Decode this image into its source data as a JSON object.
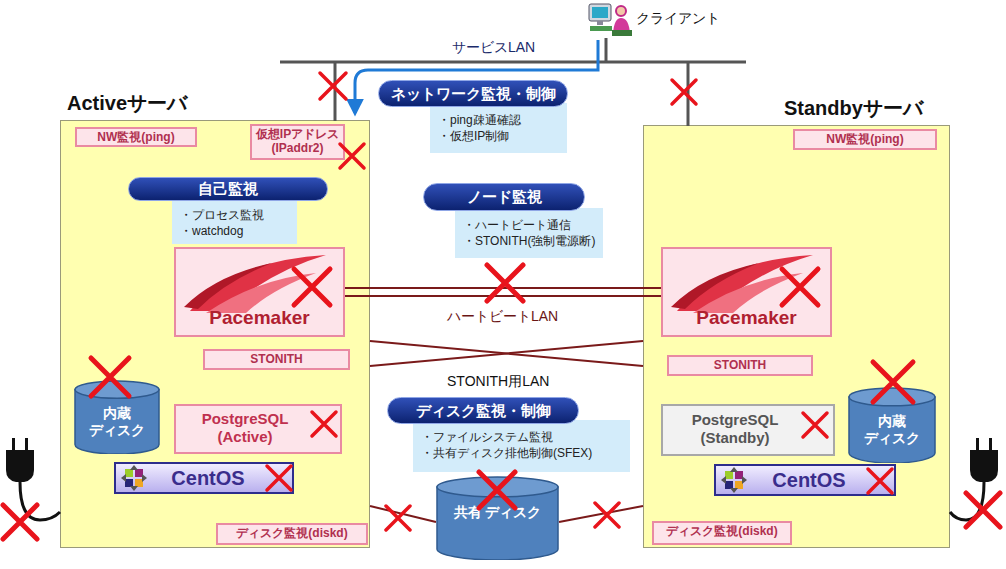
{
  "diagram": {
    "nodes": [
      {
        "text": [
          "Activeサーバ"
        ]
      },
      {
        "text": [
          "NW監視(ping)"
        ],
        "in": 0
      },
      {
        "text": [
          "仮想IPアドレス (IPaddr2)"
        ],
        "in": 0
      },
      {
        "text": [
          "自己監視"
        ],
        "in": 0
      },
      {
        "text": [
          "・プロセス監視",
          "・watchdog"
        ],
        "in": 0
      },
      {
        "text": [
          "Pacemaker"
        ],
        "in": 0
      },
      {
        "text": [
          "STONITH"
        ],
        "in": 0
      },
      {
        "text": [
          "内蔵 ディスク"
        ],
        "in": 0
      },
      {
        "text": [
          "PostgreSQL (Active)"
        ],
        "in": 0
      },
      {
        "text": [
          "CentOS"
        ],
        "in": 0
      },
      {
        "text": [
          "ディスク監視(diskd)"
        ],
        "in": 0
      },
      {
        "text": [
          "Standbyサーバ"
        ]
      },
      {
        "text": [
          "NW監視(ping)"
        ],
        "in": 11
      },
      {
        "text": [
          "Pacemaker"
        ],
        "in": 11
      },
      {
        "text": [
          "STONITH"
        ],
        "in": 11
      },
      {
        "text": [
          "PostgreSQL (Standby)"
        ],
        "in": 11
      },
      {
        "text": [
          "内蔵 ディスク"
        ],
        "in": 11
      },
      {
        "text": [
          "CentOS"
        ],
        "in": 11
      },
      {
        "text": [
          "ディスク監視(diskd)"
        ],
        "in": 11
      },
      {
        "text": [
          "ネットワーク監視・制御"
        ]
      },
      {
        "text": [
          "・ping疎通確認",
          "・仮想IP制御"
        ]
      },
      {
        "text": [
          "ノード監視"
        ]
      },
      {
        "text": [
          "・ハートビート通信",
          "・STONITH(強制電源断)"
        ]
      },
      {
        "text": [
          "ディスク監視・制御"
        ]
      },
      {
        "text": [
          "・ファイルシステム監視",
          "・共有ディスク排他制御(SFEX)"
        ]
      },
      {
        "text": [
          "共有 ディスク"
        ]
      }
    ],
    "edges": [
      {
        "from": 5,
        "to": 13,
        "arrow": "none"
      },
      {
        "from": 0,
        "to": 11,
        "arrow": "none"
      },
      {
        "from": 0,
        "to": 11,
        "arrow": "none"
      },
      {
        "from": 0,
        "to": 25,
        "arrow": "none"
      },
      {
        "from": 11,
        "to": 25,
        "arrow": "none"
      }
    ],
    "labels": [
      "クライアント",
      "サービスLAN",
      "ハートビートLAN",
      "STONITH用LAN"
    ]
  }
}
